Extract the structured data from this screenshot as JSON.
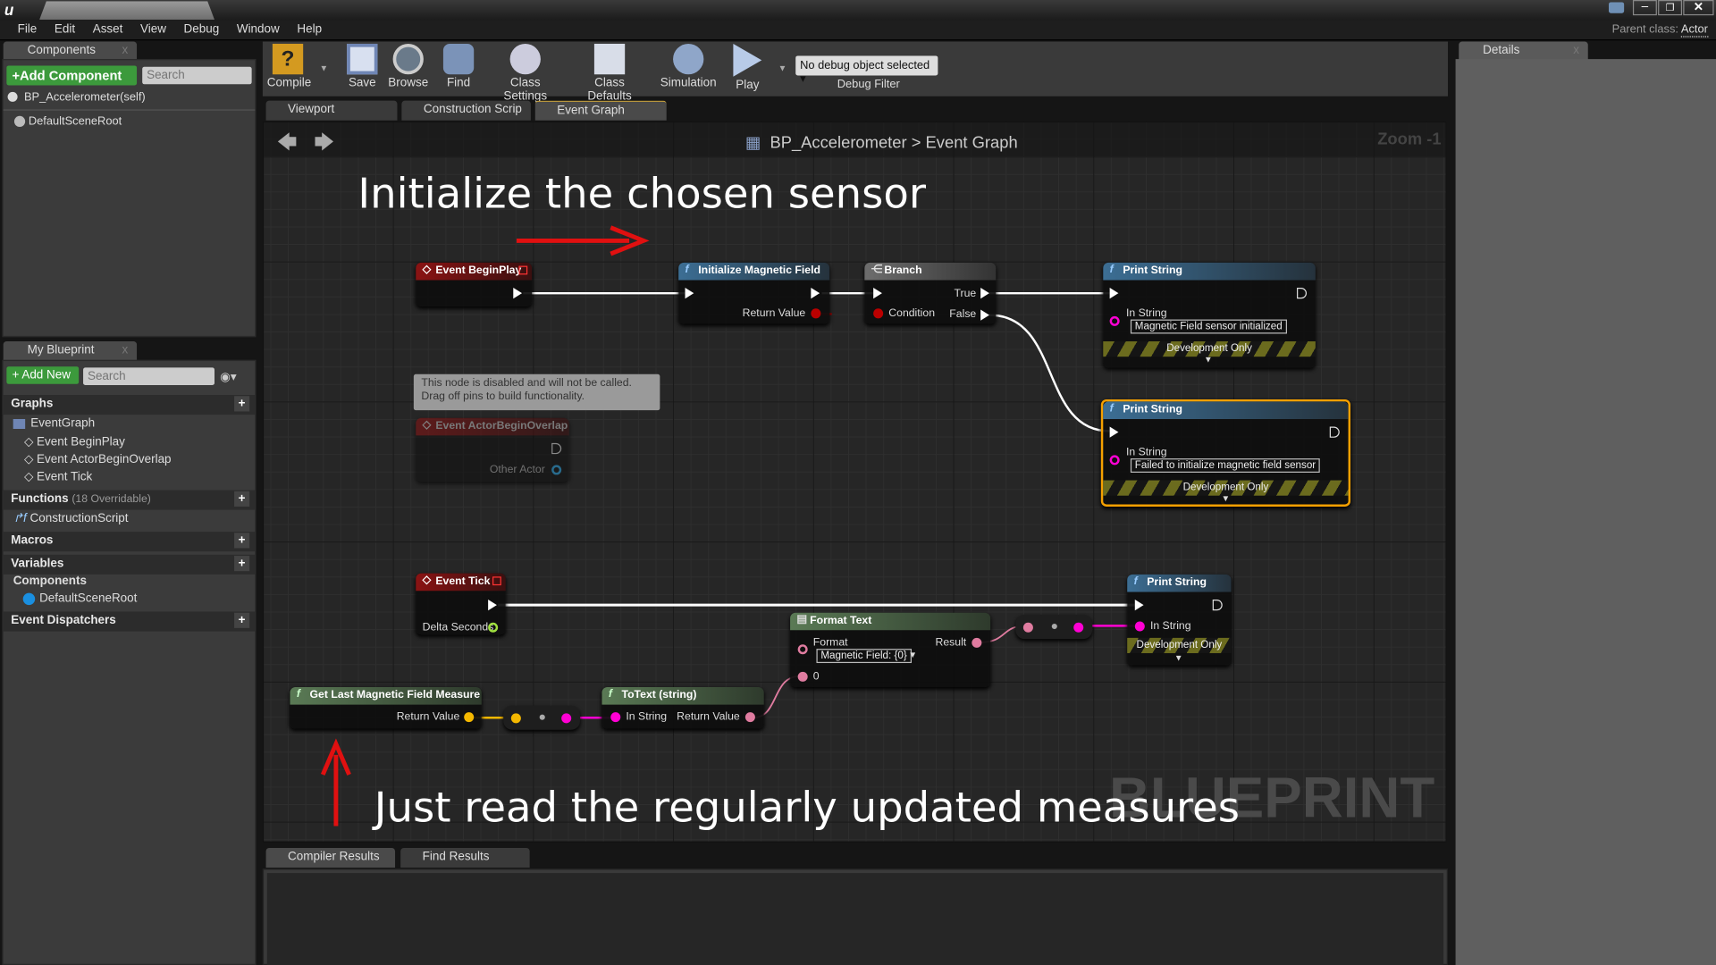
{
  "menu": [
    "File",
    "Edit",
    "Asset",
    "View",
    "Debug",
    "Window",
    "Help"
  ],
  "parent_class": {
    "label": "Parent class:",
    "value": "Actor"
  },
  "components_panel": {
    "tab": "Components",
    "add_button": "+Add Component",
    "search_placeholder": "Search",
    "items": [
      "BP_Accelerometer(self)",
      "DefaultSceneRoot"
    ]
  },
  "my_blueprint": {
    "tab": "My Blueprint",
    "add_button": "+ Add New",
    "search_placeholder": "Search",
    "graphs_label": "Graphs",
    "event_graph": "EventGraph",
    "events": [
      "Event BeginPlay",
      "Event ActorBeginOverlap",
      "Event Tick"
    ],
    "functions_label": "Functions",
    "functions_note": "(18 Overridable)",
    "construction_script": "ConstructionScript",
    "macros_label": "Macros",
    "variables_label": "Variables",
    "components_label": "Components",
    "default_scene_root": "DefaultSceneRoot",
    "dispatchers_label": "Event Dispatchers"
  },
  "toolbar": {
    "compile": "Compile",
    "save": "Save",
    "browse": "Browse",
    "find": "Find",
    "class_settings": "Class Settings",
    "class_defaults": "Class Defaults",
    "simulation": "Simulation",
    "play": "Play",
    "debug_select": "No debug object selected",
    "debug_filter": "Debug Filter"
  },
  "editor_tabs": [
    "Viewport",
    "Construction Scrip",
    "Event Graph"
  ],
  "breadcrumb": {
    "blueprint": "BP_Accelerometer",
    "sep": ">",
    "graph": "Event Graph"
  },
  "zoom": "Zoom -1",
  "watermark": "BLUEPRINT",
  "annotations": {
    "top": "Initialize the chosen sensor",
    "bottom": "Just read the regularly updated measures"
  },
  "nodes": {
    "begin_play": {
      "title": "Event BeginPlay"
    },
    "init_mag": {
      "title": "Initialize Magnetic Field",
      "return": "Return Value"
    },
    "branch": {
      "title": "Branch",
      "condition": "Condition",
      "true": "True",
      "false": "False"
    },
    "print1": {
      "title": "Print String",
      "in": "In String",
      "value": "Magnetic Field sensor initialized",
      "dev": "Development Only"
    },
    "print2": {
      "title": "Print String",
      "in": "In String",
      "value": "Failed to initialize magnetic field sensor",
      "dev": "Development Only"
    },
    "disabled_comment": "This node is disabled and will not be called.\nDrag off pins to build functionality.",
    "overlap": {
      "title": "Event ActorBeginOverlap",
      "pin": "Other Actor"
    },
    "tick": {
      "title": "Event Tick",
      "delta": "Delta Seconds"
    },
    "format_text": {
      "title": "Format Text",
      "format": "Format",
      "format_value": "Magnetic Field: {0}",
      "result": "Result",
      "arg0": "0"
    },
    "print3": {
      "title": "Print String",
      "in": "In String",
      "dev": "Development Only"
    },
    "get_last": {
      "title": "Get Last Magnetic Field Measure",
      "return": "Return Value"
    },
    "totext": {
      "title": "ToText (string)",
      "in": "In String",
      "return": "Return Value"
    }
  },
  "bottom_tabs": [
    "Compiler Results",
    "Find Results"
  ],
  "details_tab": "Details",
  "colors": {
    "exec": "#ffffff",
    "string": "#ff00d4",
    "text": "#e07ca0",
    "float": "#a0e040",
    "struct": "#f5b800",
    "selected": "#f5a000",
    "annotation_arrow": "#e01010"
  }
}
